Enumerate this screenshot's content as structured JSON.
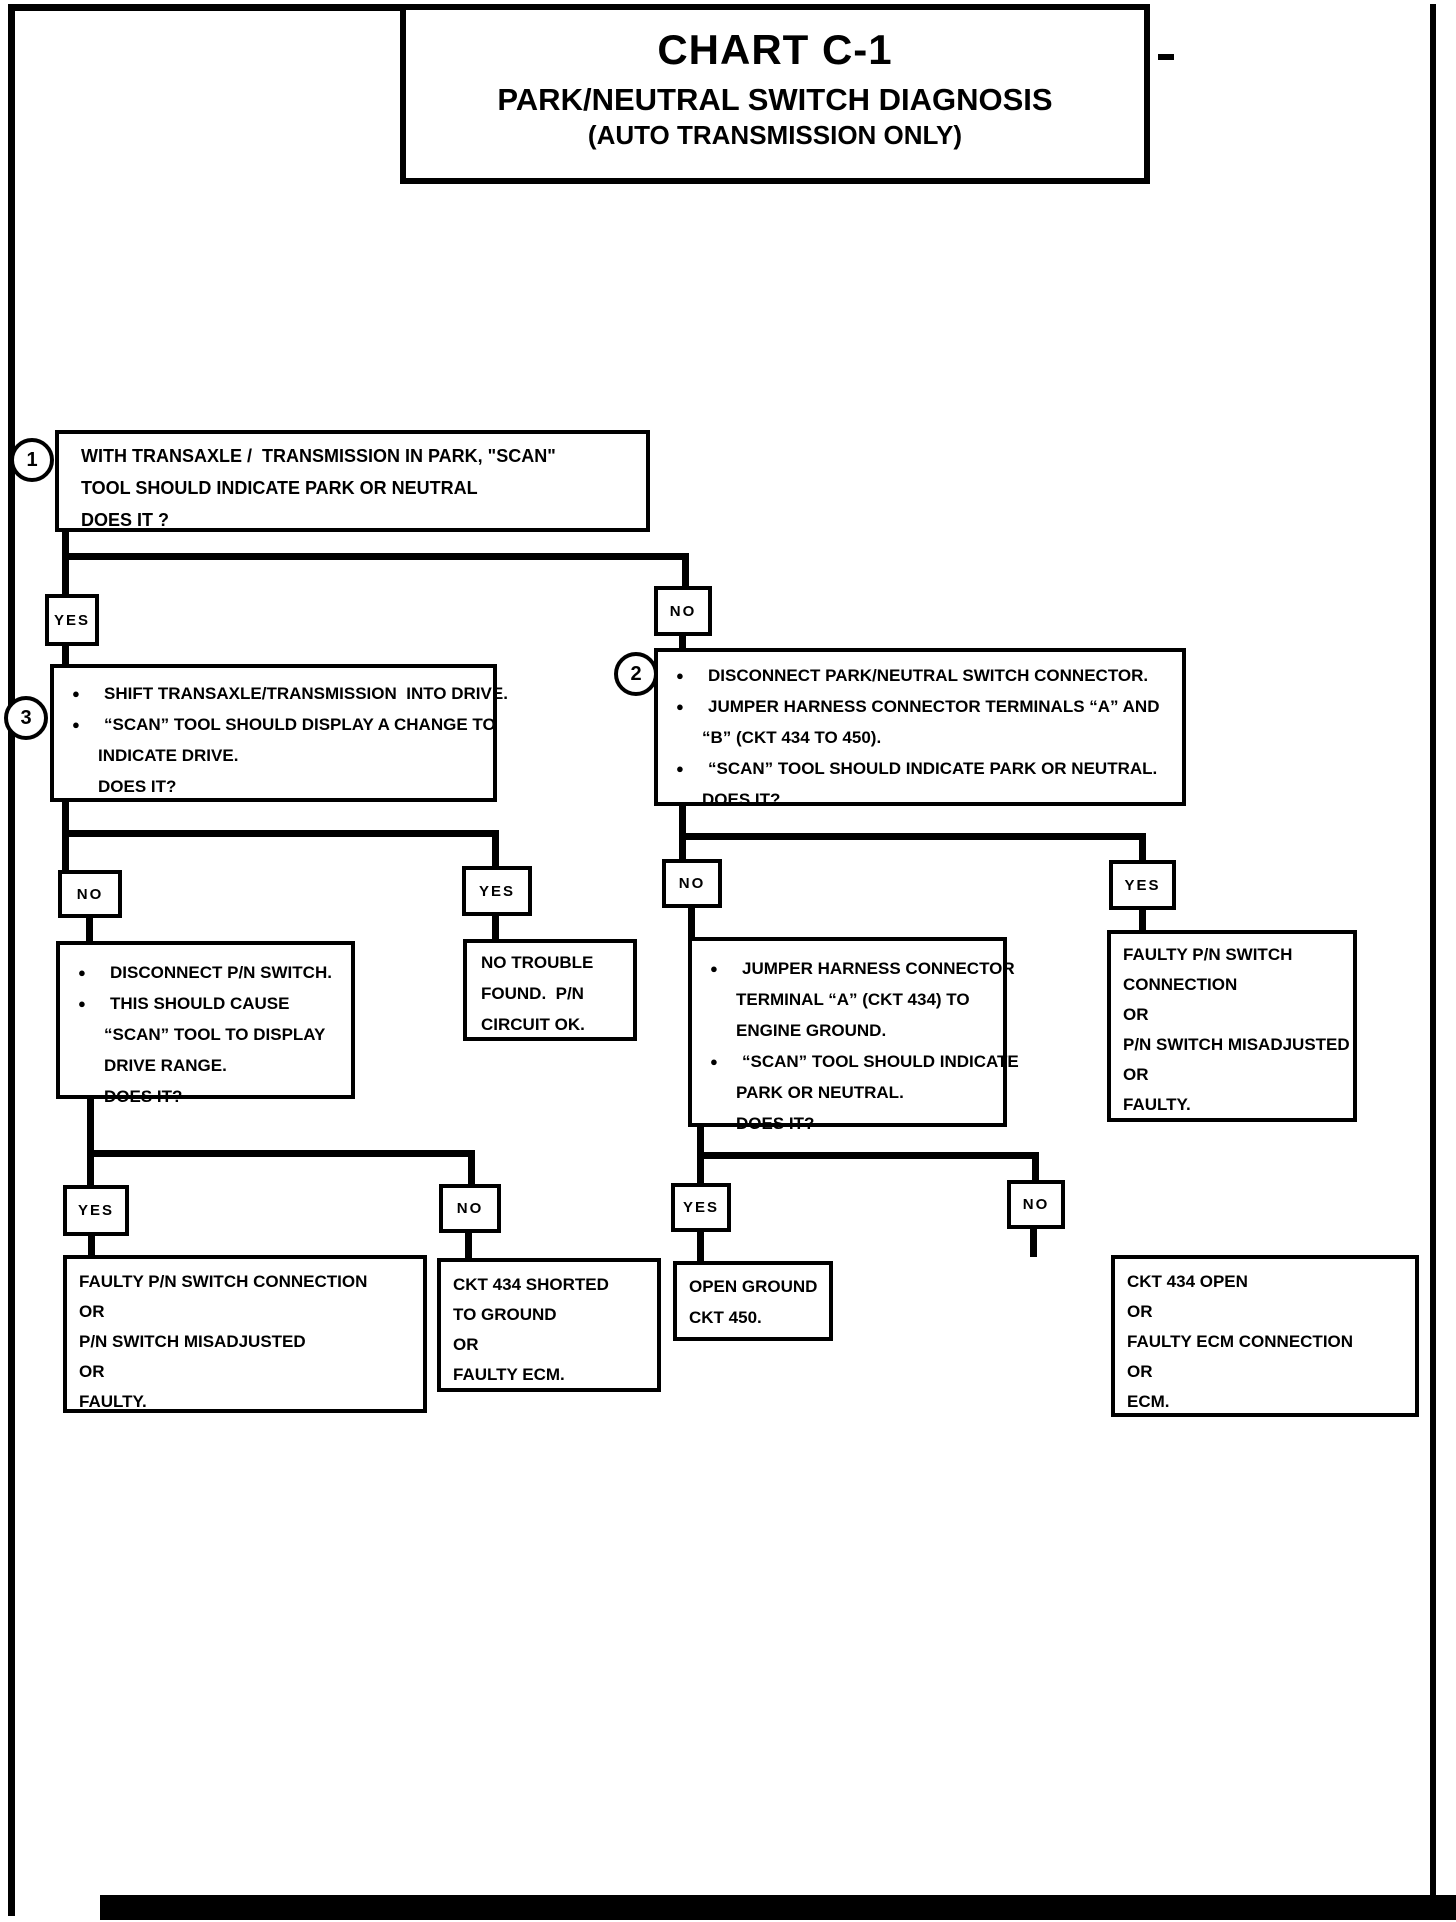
{
  "page": {
    "title_line1": "CHART C-1",
    "title_line2": "PARK/NEUTRAL SWITCH DIAGNOSIS",
    "title_line3": "(AUTO TRANSMISSION ONLY)"
  },
  "glyphs": {
    "bullet": "●"
  },
  "labels": {
    "yes": "YES",
    "no": "NO"
  },
  "steps": {
    "s1": {
      "num": "1",
      "l1": "WITH TRANSAXLE /  TRANSMISSION IN PARK, \"SCAN\"",
      "l2": "TOOL SHOULD INDICATE PARK OR NEUTRAL",
      "l3": "DOES IT ?"
    },
    "s3": {
      "num": "3",
      "b1": "SHIFT TRANSAXLE/TRANSMISSION  INTO DRIVE.",
      "b2": "“SCAN” TOOL SHOULD DISPLAY A CHANGE TO",
      "c1": "INDICATE DRIVE.",
      "c2": "DOES IT?"
    },
    "s2": {
      "num": "2",
      "b1": "DISCONNECT PARK/NEUTRAL SWITCH CONNECTOR.",
      "b2": "JUMPER HARNESS CONNECTOR TERMINALS “A” AND",
      "c1": "“B” (CKT 434 TO 450).",
      "b3": "“SCAN” TOOL SHOULD INDICATE PARK OR NEUTRAL.",
      "c2": "DOES IT?"
    },
    "disconnect_pn": {
      "b1": "DISCONNECT P/N SWITCH.",
      "b2": "THIS SHOULD CAUSE",
      "c1": "“SCAN” TOOL TO DISPLAY",
      "c2": "DRIVE RANGE.",
      "c3": "DOES IT?"
    },
    "no_trouble": {
      "l1": "NO TROUBLE",
      "l2": "FOUND.  P/N",
      "l3": "CIRCUIT OK."
    },
    "jumper_ground": {
      "b1": "JUMPER HARNESS CONNECTOR",
      "c1": "TERMINAL “A” (CKT 434) TO",
      "c2": "ENGINE GROUND.",
      "b2": "“SCAN” TOOL SHOULD INDICATE",
      "c3": "PARK OR NEUTRAL.",
      "c4": "DOES IT?"
    },
    "faulty_pn_right": {
      "l1": "FAULTY P/N SWITCH",
      "l2": "CONNECTION",
      "l3": "OR",
      "l4": "P/N SWITCH MISADJUSTED",
      "l5": "OR",
      "l6": "FAULTY."
    },
    "faulty_pn_left": {
      "l1": "FAULTY P/N SWITCH CONNECTION",
      "l2": "OR",
      "l3": "P/N SWITCH MISADJUSTED",
      "l4": "OR",
      "l5": "FAULTY."
    },
    "ckt434_shorted": {
      "l1": "CKT 434 SHORTED",
      "l2": "TO GROUND",
      "l3": "OR",
      "l4": "FAULTY ECM."
    },
    "open_ground": {
      "l1": "OPEN GROUND",
      "l2": "CKT 450."
    },
    "ckt434_open": {
      "l1": "CKT 434 OPEN",
      "l2": "OR",
      "l3": "FAULTY ECM CONNECTION",
      "l4": "OR",
      "l5": "ECM."
    }
  }
}
